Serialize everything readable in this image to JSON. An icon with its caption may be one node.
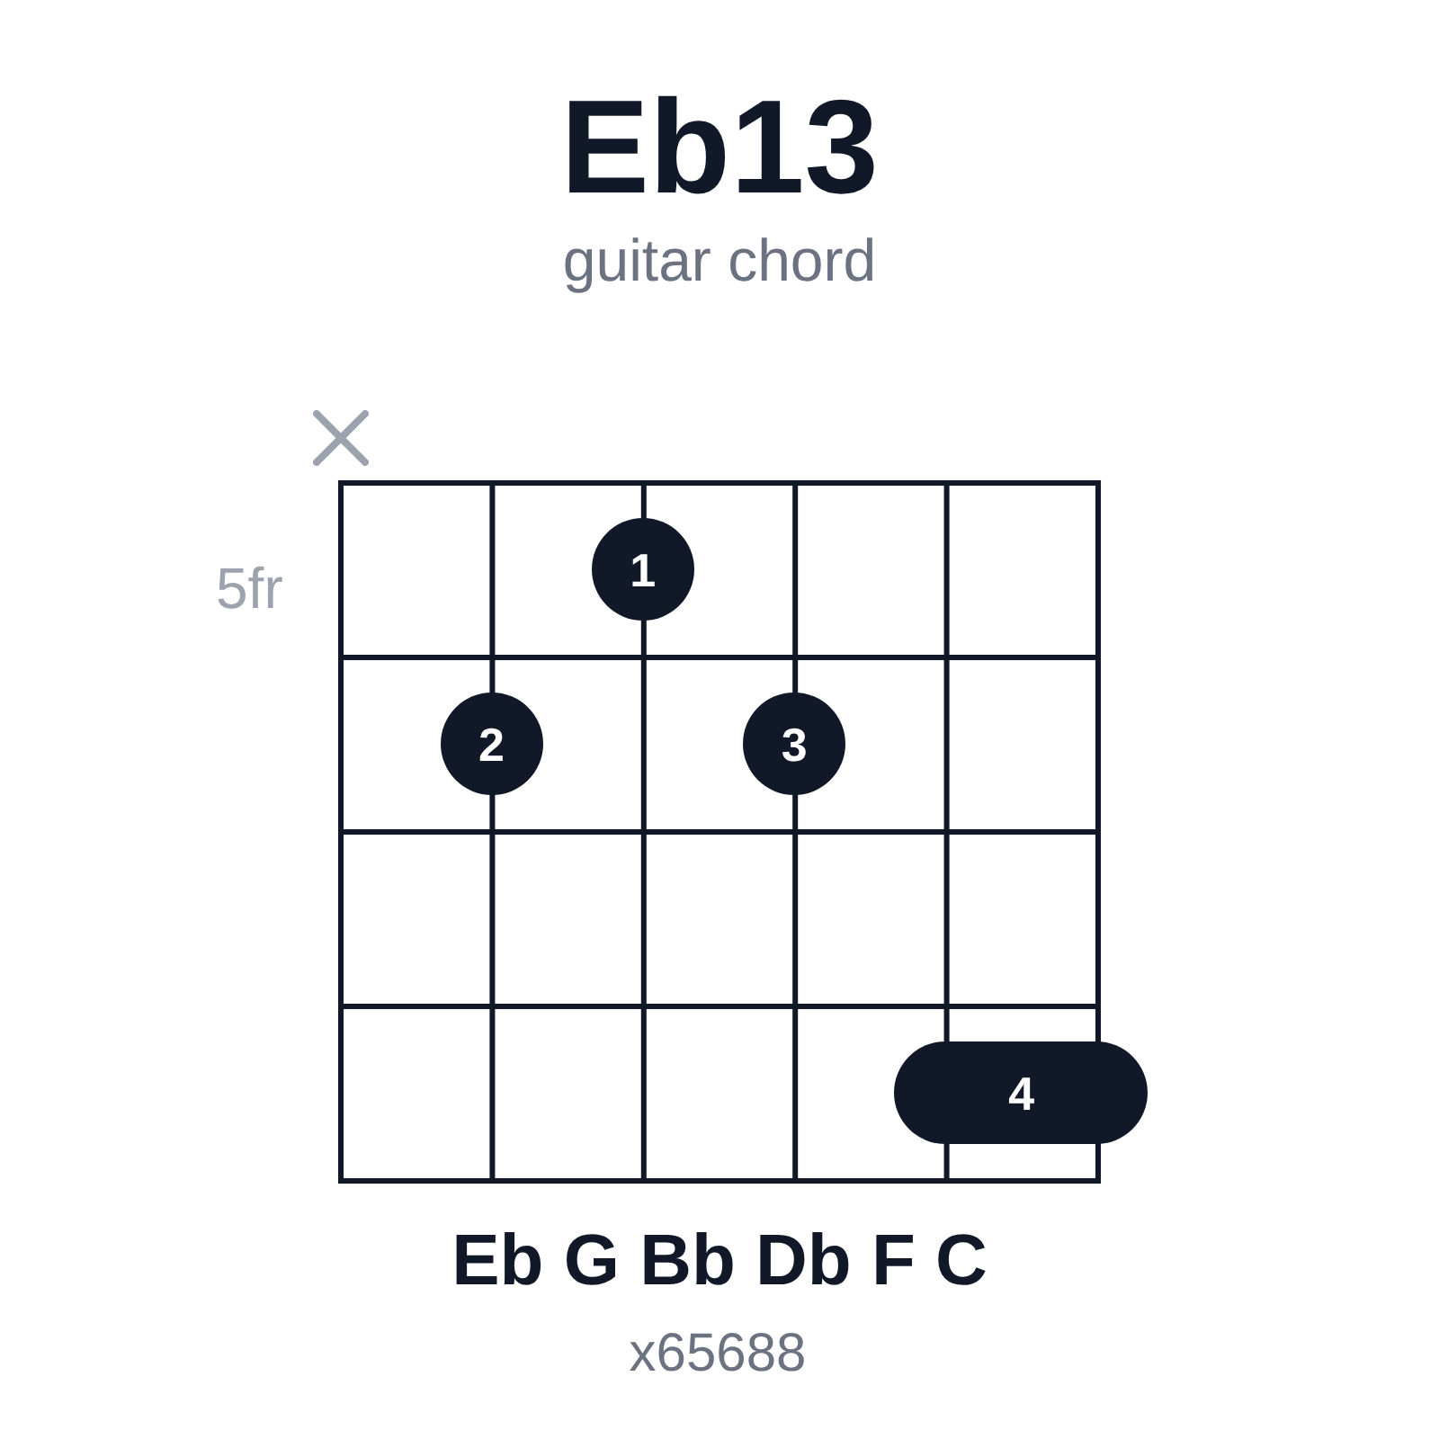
{
  "diagram": {
    "title": "Eb13",
    "nodes": [
      {
        "text": [
          "1"
        ]
      },
      {
        "text": [
          "2"
        ]
      },
      {
        "text": [
          "3"
        ]
      },
      {
        "text": [
          "4"
        ]
      }
    ],
    "labels": [
      "guitar chord",
      "5fr",
      "Eb G Bb Db F C",
      "x65688"
    ]
  }
}
